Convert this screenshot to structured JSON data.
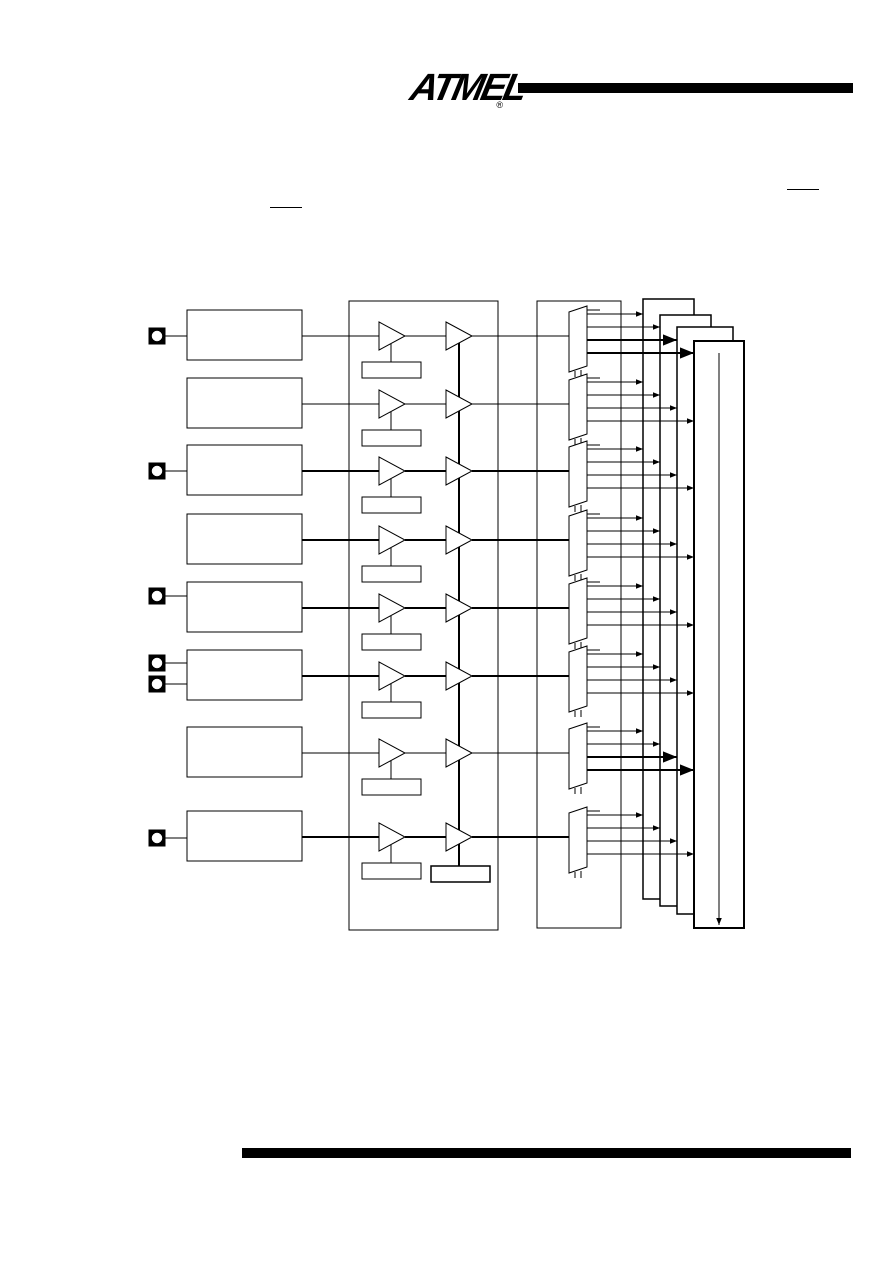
{
  "header": {
    "logo_text": "ATMEL",
    "logo_mark": "®",
    "colors": {
      "ink": "#000000",
      "paper": "#ffffff"
    }
  },
  "diagram": {
    "input_pins": [
      {
        "row": 0
      },
      {
        "row": 2
      },
      {
        "row": 4
      },
      {
        "row": 5
      },
      {
        "row": 5,
        "second": true
      },
      {
        "row": 7
      }
    ],
    "source_block_count": 8,
    "buffer_stage_count": 2,
    "mux_count": 8,
    "stacked_output_panels": 4
  }
}
